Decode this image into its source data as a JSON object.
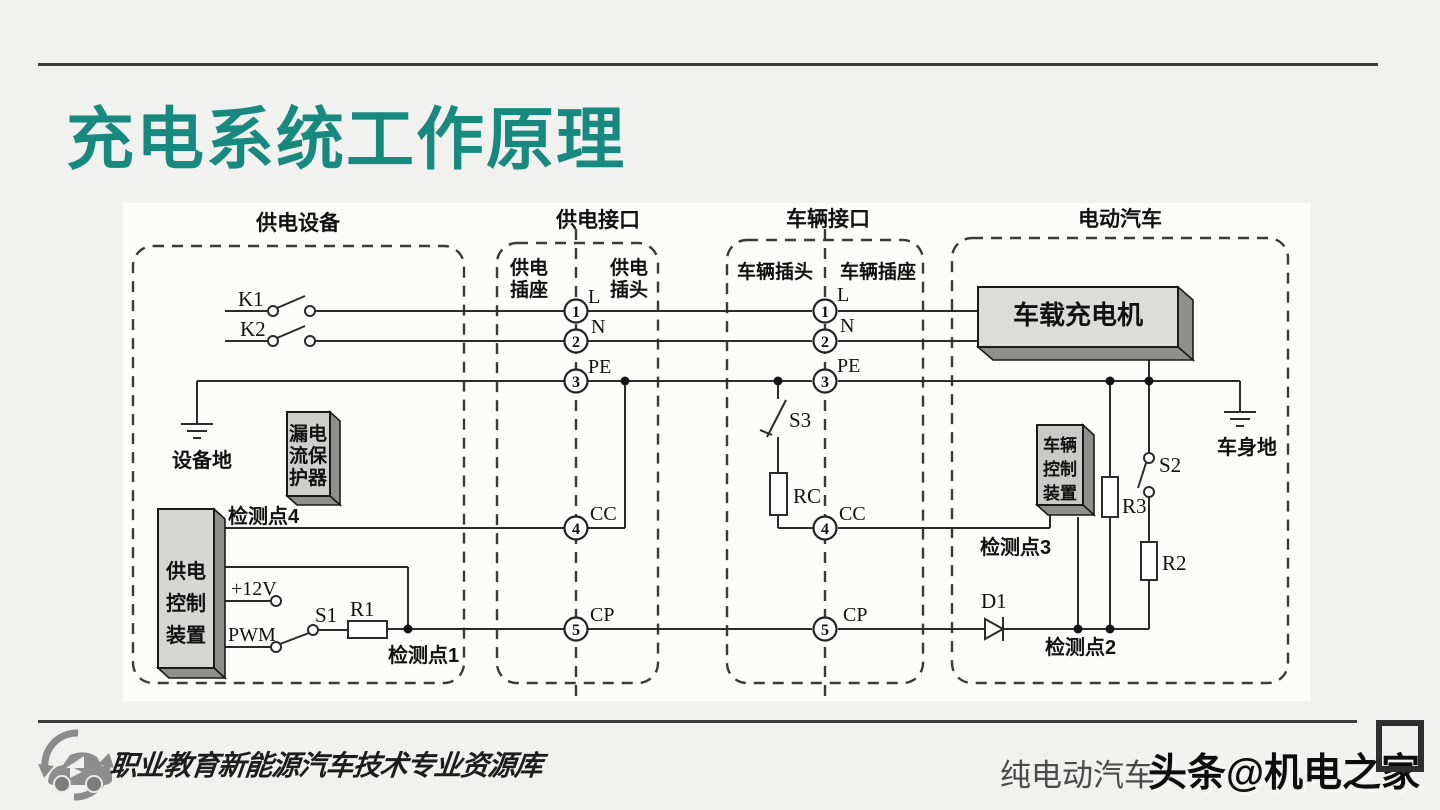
{
  "slide": {
    "title": "充电系统工作原理",
    "accent_color": "#18897f",
    "line_color": "#2b2b2b"
  },
  "diagram": {
    "sections": {
      "supply_equipment": "供电设备",
      "supply_interface": "供电接口",
      "vehicle_interface": "车辆接口",
      "electric_vehicle": "电动汽车"
    },
    "columns": {
      "supply_socket": [
        "供电",
        "插座"
      ],
      "supply_plug": [
        "供电",
        "插头"
      ],
      "vehicle_plug": "车辆插头",
      "vehicle_socket": "车辆插座"
    },
    "pins": {
      "l": "L",
      "n": "N",
      "pe": "PE",
      "cc": "CC",
      "cp": "CP",
      "n1": "1",
      "n2": "2",
      "n3": "3",
      "n4": "4",
      "n5": "5"
    },
    "components": {
      "k1": "K1",
      "k2": "K2",
      "s1": "S1",
      "r1": "R1",
      "s2": "S2",
      "r2": "R2",
      "r3": "R3",
      "s3": "S3",
      "rc": "RC",
      "d1": "D1",
      "plus12v": "+12V",
      "pwm": "PWM",
      "charger": "车载充电机",
      "leakage_protector": [
        "漏电",
        "流保",
        "护器"
      ],
      "supply_controller": [
        "供电",
        "控制",
        "装置"
      ],
      "vehicle_controller": [
        "车辆",
        "控制",
        "装置"
      ]
    },
    "grounds": {
      "equipment_ground": "设备地",
      "body_ground": "车身地"
    },
    "test_points": {
      "tp1": "检测点1",
      "tp2": "检测点2",
      "tp3": "检测点3",
      "tp4": "检测点4"
    }
  },
  "footer": {
    "brand_text": "职业教育新能源汽车技术专业资源库",
    "course_text": "纯电动汽车",
    "watermark": "头条@机电之家"
  }
}
